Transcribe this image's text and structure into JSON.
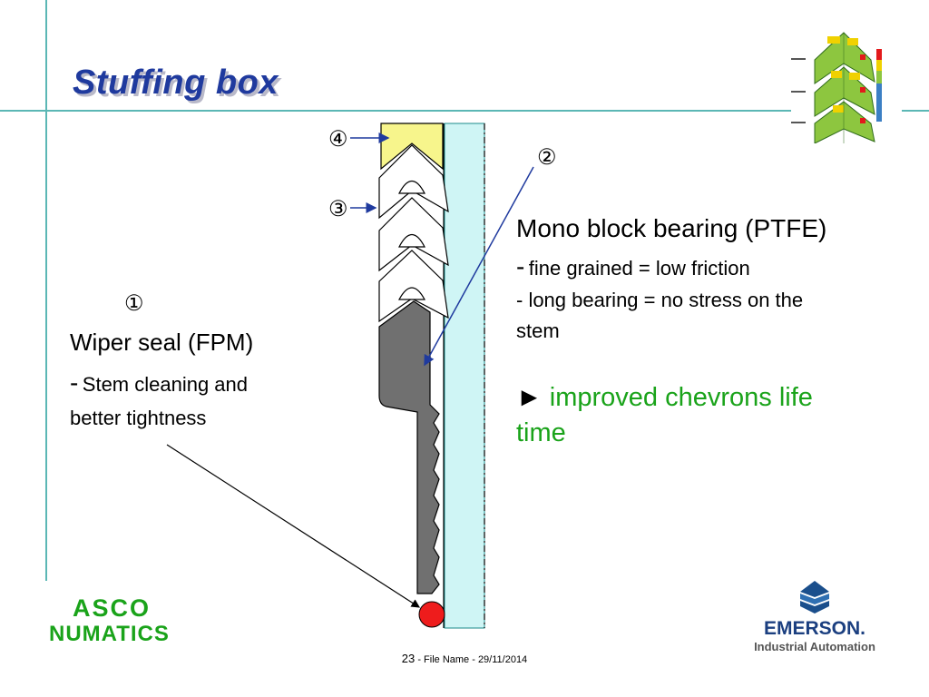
{
  "slide": {
    "title": "Stuffing box",
    "callouts": {
      "c1": "①",
      "c2": "②",
      "c3": "③",
      "c4": "④"
    },
    "wiper": {
      "heading": "Wiper seal (FPM)",
      "dash": "-",
      "line1": "Stem cleaning and",
      "line2": "better tightness"
    },
    "bearing": {
      "heading": "Mono block bearing (PTFE)",
      "dash": "-",
      "line1": "fine grained = low friction",
      "line2": "- long bearing = no stress on the",
      "line3": "stem"
    },
    "result": {
      "arrow": "►",
      "line1": "improved chevrons life",
      "line2": "time"
    },
    "footer": {
      "page": "23",
      "text": " - File Name - 29/11/2014"
    },
    "logos": {
      "asco_line1": "ASCO",
      "asco_line2": "NUMATICS",
      "emerson_line1": "EMERSON.",
      "emerson_line2": "Industrial Automation"
    },
    "colors": {
      "title": "#1f3a9e",
      "accent_line": "#5bb7b5",
      "green_text": "#1aa31a",
      "wiper_seal": "#ee1c1c",
      "bearing": "#707070",
      "chevron_top": "#f7f58c",
      "stem": "#cff5f5"
    }
  }
}
